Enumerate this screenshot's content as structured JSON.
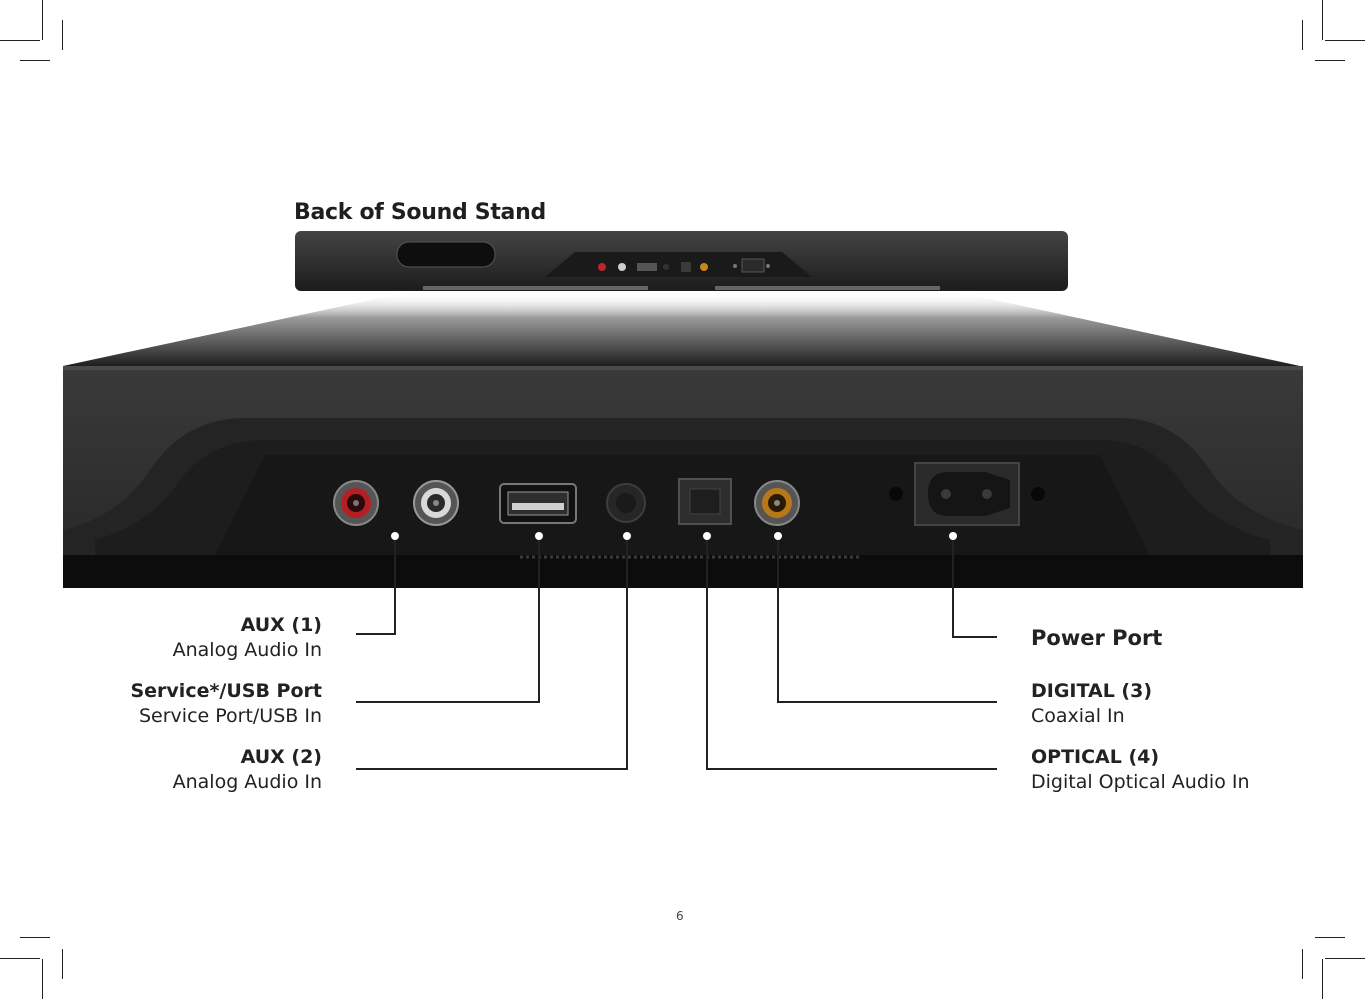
{
  "page": {
    "title": "Back of Sound Stand",
    "page_number": "6"
  },
  "labels": {
    "aux1": {
      "title": "AUX (1)",
      "subtitle": "Analog Audio In"
    },
    "usb": {
      "title": "Service*/USB Port",
      "subtitle": "Service Port/USB In"
    },
    "aux2": {
      "title": "AUX (2)",
      "subtitle": "Analog Audio In"
    },
    "power": {
      "title": "Power Port"
    },
    "digital": {
      "title": "DIGITAL (3)",
      "subtitle": "Coaxial In"
    },
    "optical": {
      "title": "OPTICAL (4)",
      "subtitle": "Digital Optical Audio In"
    }
  },
  "colors": {
    "device_body": "#2b2b2b",
    "aux1_connector": "#c0242a",
    "aux2_connector": "#d9d9d9",
    "coax_connector": "#c8861c",
    "leader_line": "#222222"
  }
}
